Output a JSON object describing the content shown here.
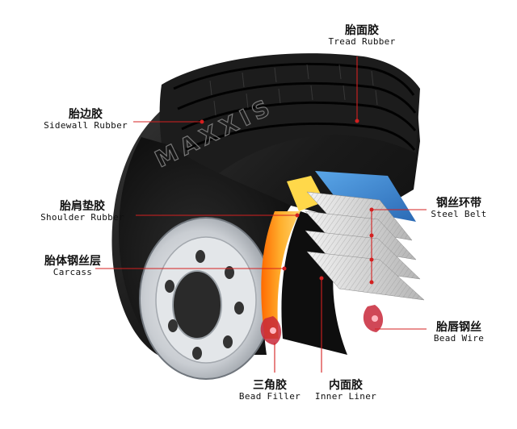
{
  "brand": "MAXXIS",
  "labels": {
    "tread": {
      "zh": "胎面胶",
      "en": "Tread Rubber"
    },
    "sidewall": {
      "zh": "胎边胶",
      "en": "Sidewall Rubber"
    },
    "shoulder": {
      "zh": "胎肩垫胶",
      "en": "Shoulder Rubber"
    },
    "carcass": {
      "zh": "胎体钢丝层",
      "en": "Carcass"
    },
    "steel_belt": {
      "zh": "钢丝环带",
      "en": "Steel Belt"
    },
    "bead_wire": {
      "zh": "胎唇钢丝",
      "en": "Bead Wire"
    },
    "bead_filler": {
      "zh": "三角胶",
      "en": "Bead Filler"
    },
    "inner_liner": {
      "zh": "内面胶",
      "en": "Inner Liner"
    }
  },
  "colors": {
    "leader": "#d42020",
    "rubber": "#1e1e1e",
    "rim": "#cfd3d8",
    "belt_blue": "#3a7fc9",
    "bead_red": "#c8283a",
    "carcass_orange": "#f39a1e"
  }
}
